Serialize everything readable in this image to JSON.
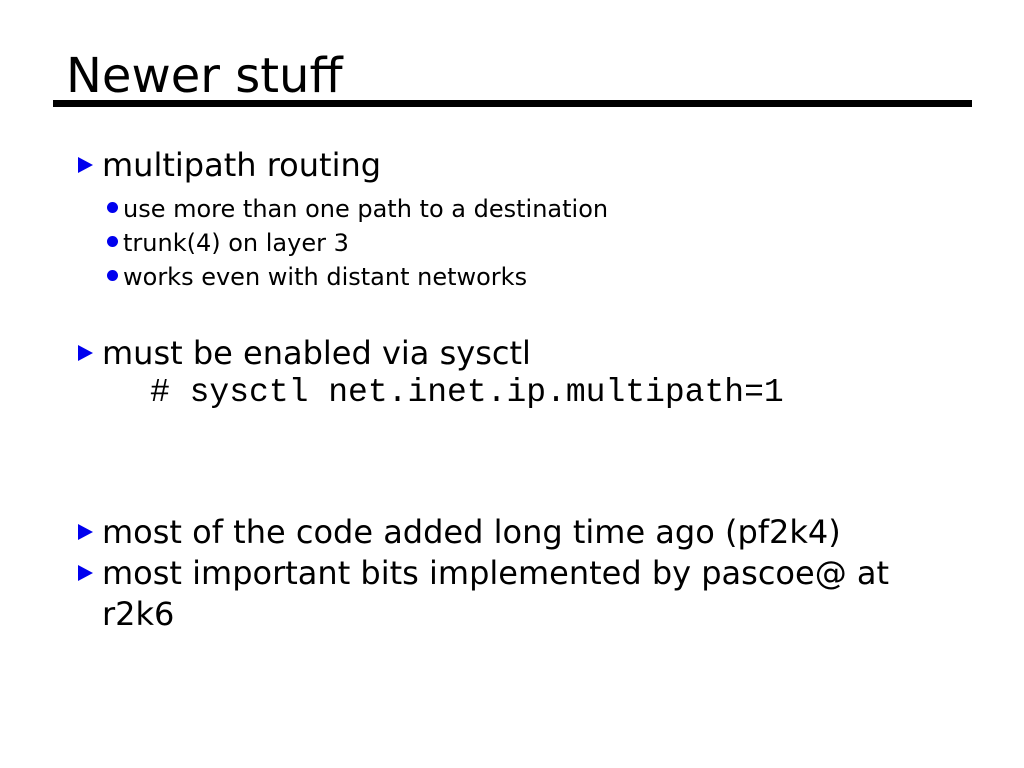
{
  "title": "Newer stuff",
  "colors": {
    "background": "#ffffff",
    "text": "#000000",
    "rule": "#000000",
    "bullet_blue": "#0000ee"
  },
  "content": {
    "bullet1": {
      "label": "multipath routing",
      "sub_items": {
        "0": "use more than one path to a destination",
        "1": "trunk(4) on layer 3",
        "2": "works even with distant networks"
      }
    },
    "bullet2": {
      "label": "must be enabled via sysctl",
      "code": "# sysctl net.inet.ip.multipath=1"
    },
    "bullet3": {
      "label": "most of the code added long time ago (pf2k4)"
    },
    "bullet4": {
      "label": "most important bits implemented by pascoe@ at r2k6"
    }
  }
}
